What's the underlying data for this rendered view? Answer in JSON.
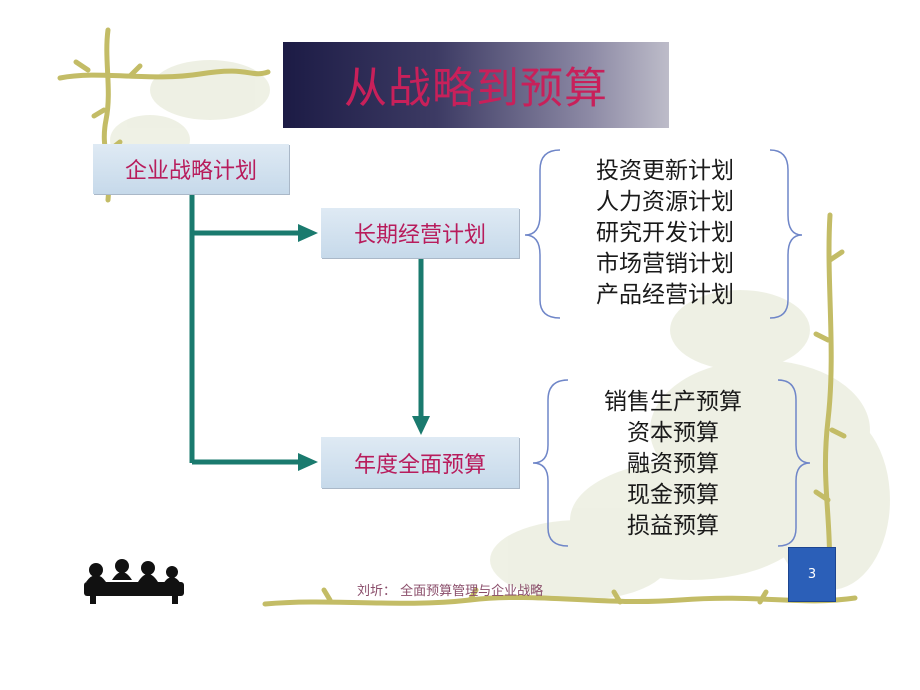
{
  "title": "从战略到预算",
  "nodes": {
    "strategy": "企业战略计划",
    "longterm": "长期经营计划",
    "annual": "年度全面预算"
  },
  "long_term_plans": [
    "投资更新计划",
    "人力资源计划",
    "研究开发计划",
    "市场营销计划",
    "产品经营计划"
  ],
  "annual_budgets": [
    "销售生产预算",
    "资本预算",
    "融资预算",
    "现金预算",
    "损益预算"
  ],
  "footer": "刘圻： 全面预算管理与企业战略",
  "page_number": "3",
  "colors": {
    "arrow": "#1a7a6e",
    "node_text": "#b81c5c",
    "title_text": "#c8205a",
    "brace": "#6f86c8",
    "vine": "#c6c16e"
  }
}
